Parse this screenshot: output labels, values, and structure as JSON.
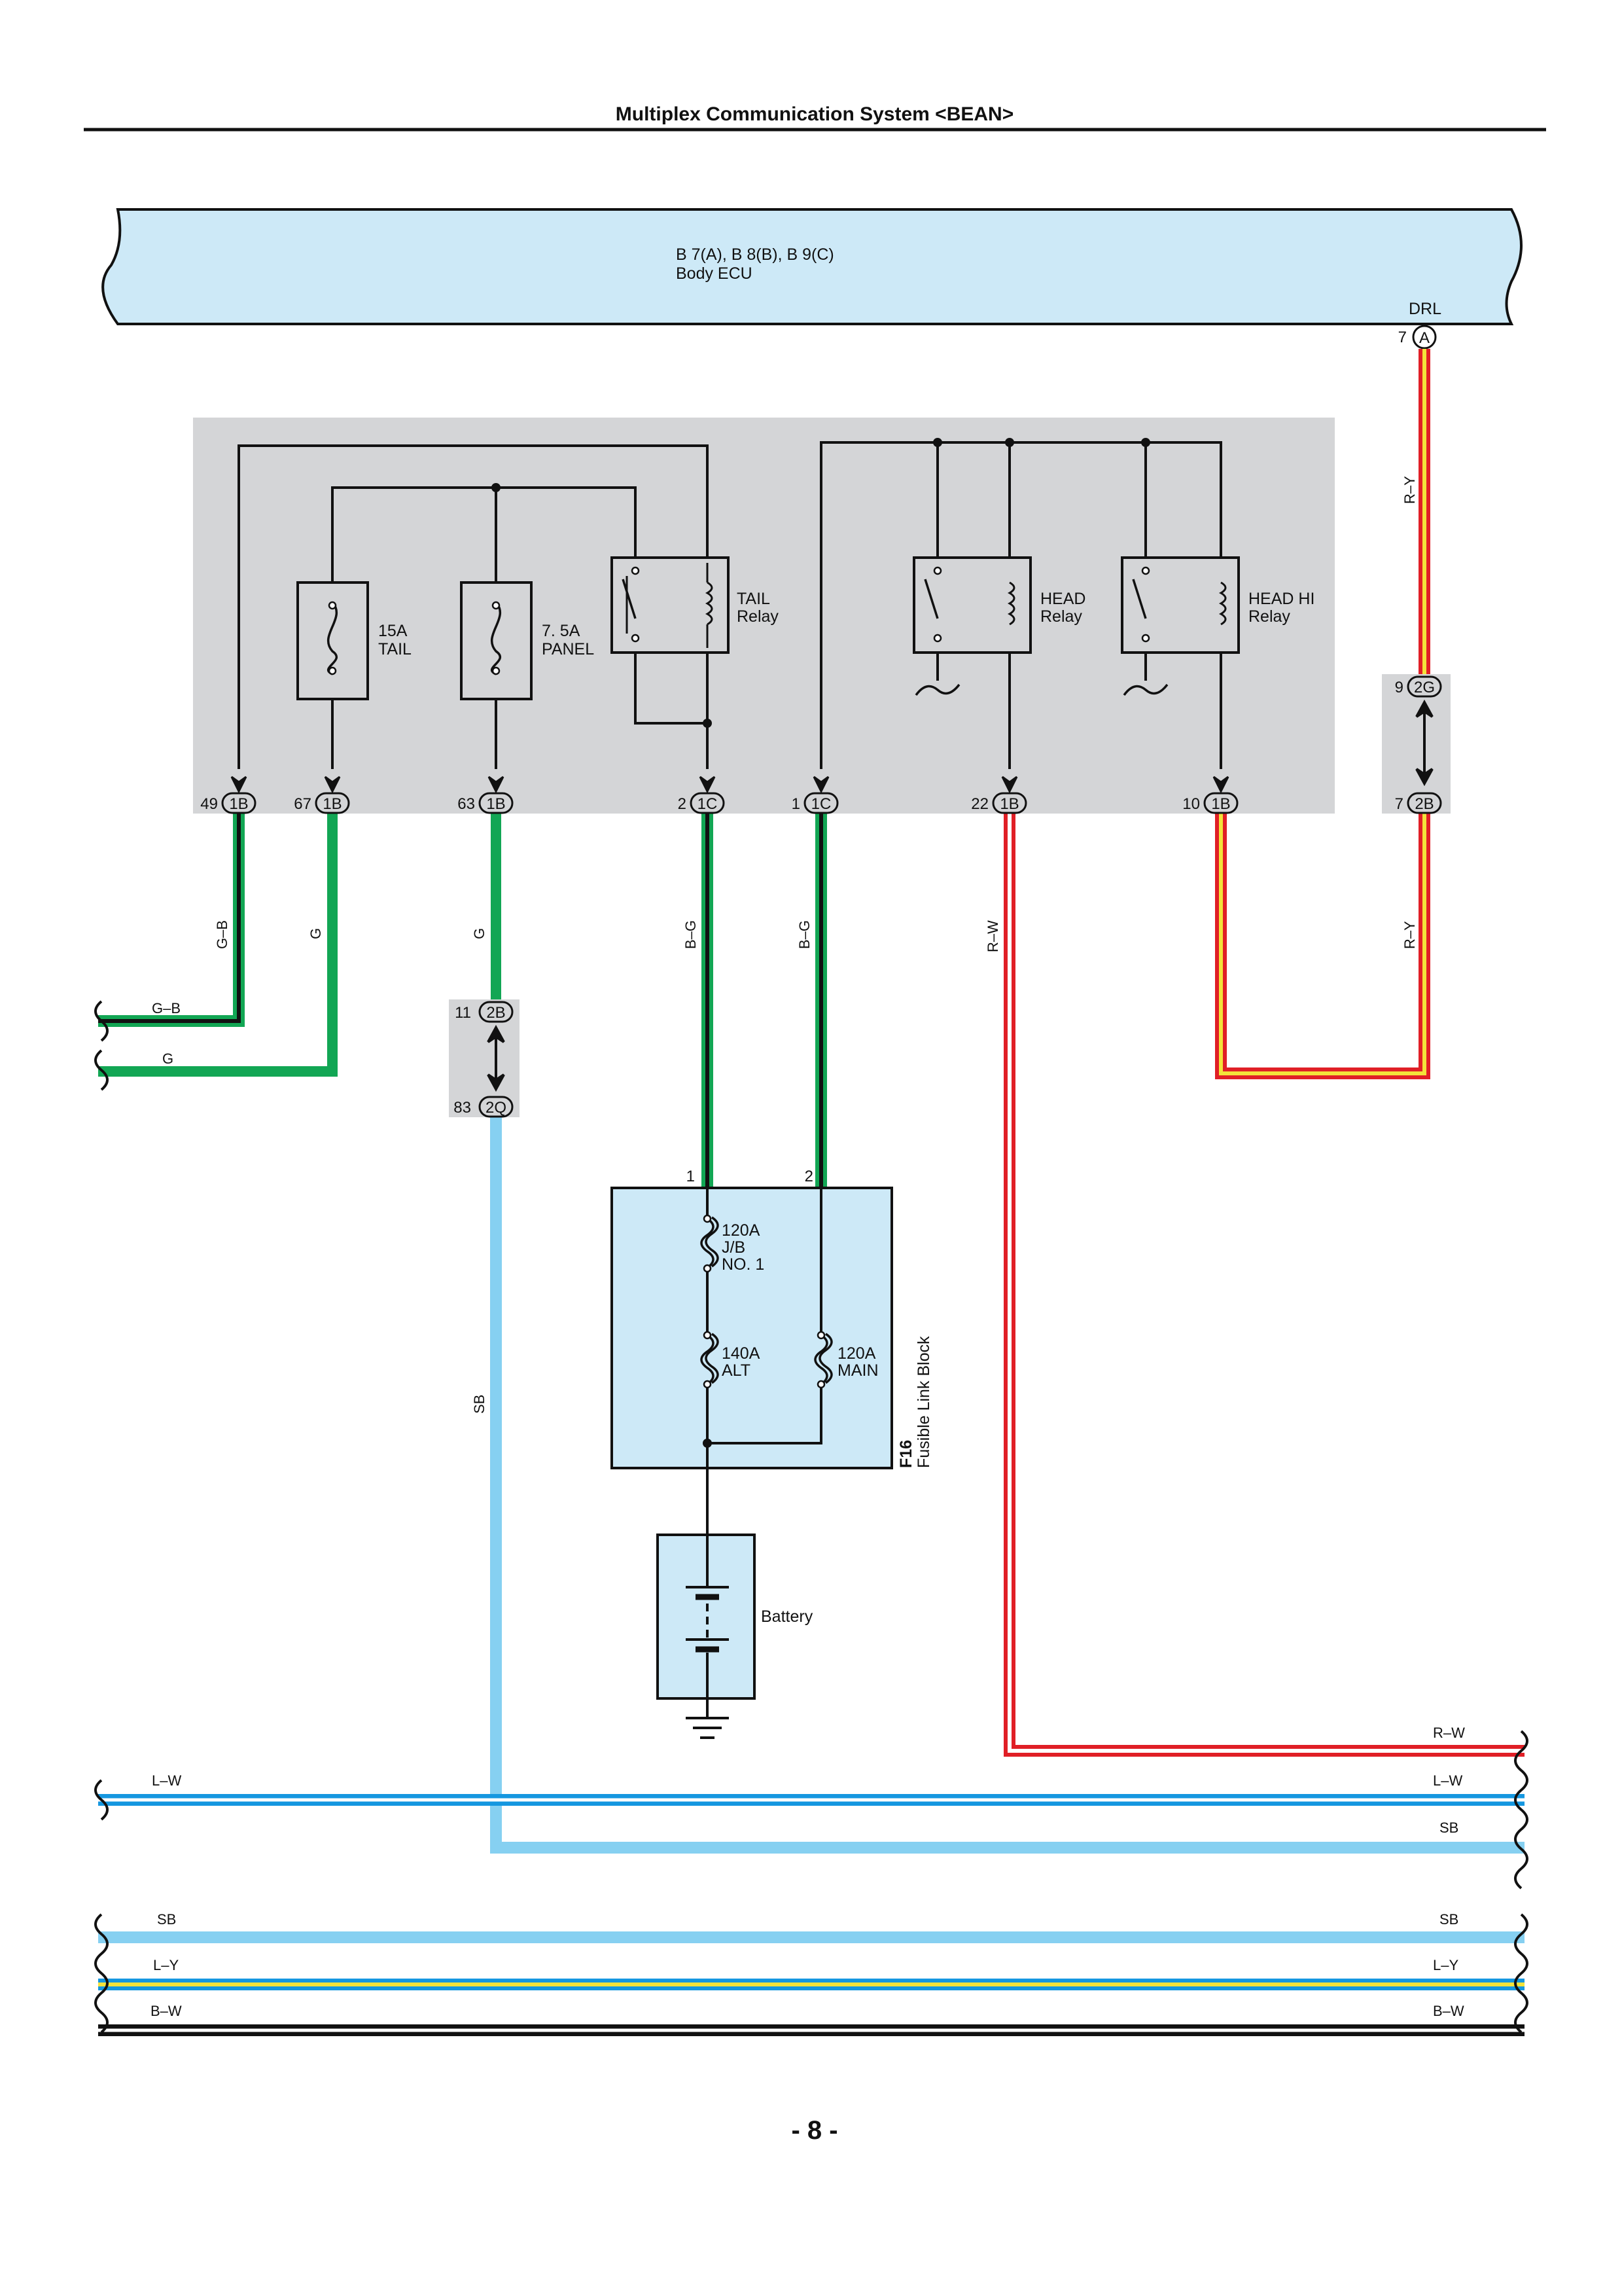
{
  "header": {
    "title": "Multiplex Communication System <BEAN>"
  },
  "footer": {
    "page_number": "- 8 -"
  },
  "colors": {
    "ecu_fill": "#cde9f7",
    "jb_fill": "#d4d5d7",
    "green": "#12a654",
    "light_blue": "#86d0f1",
    "blue": "#1597e0",
    "red": "#e01f26",
    "yellow": "#f3e33a",
    "black": "#111111"
  },
  "ecu": {
    "codes": "B 7(A), B 8(B), B 9(C)",
    "name": "Body ECU",
    "terminal_label": "DRL",
    "terminal_pin": "7",
    "terminal_connector": "A"
  },
  "fuses": {
    "tail": {
      "amps": "15A",
      "name": "TAIL"
    },
    "panel": {
      "amps": "7. 5A",
      "name": "PANEL"
    }
  },
  "relays": {
    "tail": {
      "line1": "TAIL",
      "line2": "Relay"
    },
    "head": {
      "line1": "HEAD",
      "line2": "Relay"
    },
    "head_hi": {
      "line1": "HEAD HI",
      "line2": "Relay"
    }
  },
  "junction_pins": [
    {
      "pin": "49",
      "conn": "1B"
    },
    {
      "pin": "67",
      "conn": "1B"
    },
    {
      "pin": "63",
      "conn": "1B"
    },
    {
      "pin": "2",
      "conn": "1C"
    },
    {
      "pin": "1",
      "conn": "1C"
    },
    {
      "pin": "22",
      "conn": "1B"
    },
    {
      "pin": "10",
      "conn": "1B"
    },
    {
      "pin": "7",
      "conn": "2B"
    }
  ],
  "connector_2g": {
    "pin": "9",
    "conn": "2G"
  },
  "connector_2b_11": {
    "pin": "11",
    "conn": "2B"
  },
  "connector_2q": {
    "pin": "83",
    "conn": "2Q"
  },
  "wires": {
    "ry": "R–Y",
    "gb": "G–B",
    "g": "G",
    "bg": "B–G",
    "rw": "R–W",
    "sb": "SB",
    "lw": "L–W",
    "ly": "L–Y",
    "bw": "B–W"
  },
  "fusible_link_block": {
    "code": "F16",
    "name": "Fusible Link Block",
    "pin1": "1",
    "pin2": "2",
    "jb_amps": "120A",
    "jb_line2": "J/B",
    "jb_line3": "NO. 1",
    "alt_amps": "140A",
    "alt_name": "ALT",
    "main_amps": "120A",
    "main_name": "MAIN"
  },
  "battery": {
    "label": "Battery"
  }
}
